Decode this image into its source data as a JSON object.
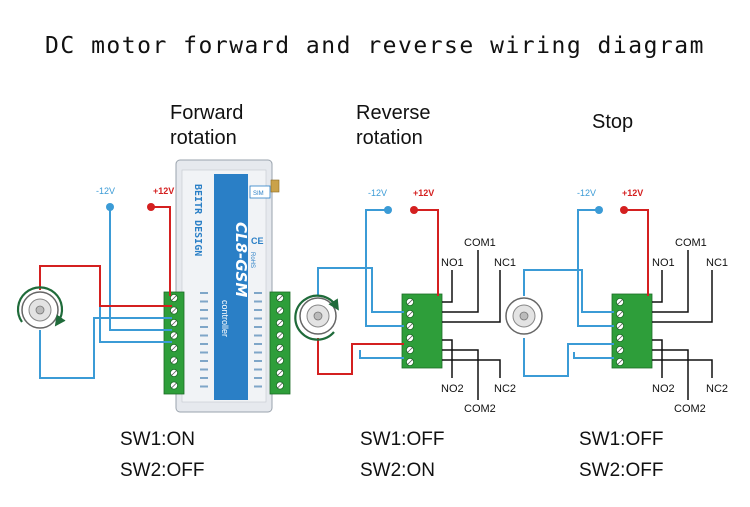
{
  "title": "DC motor forward and reverse wiring diagram",
  "panels": [
    {
      "heading_1": "Forward",
      "heading_2": "rotation",
      "sw1": "SW1:ON",
      "sw2": "SW2:OFF"
    },
    {
      "heading_1": "Reverse",
      "heading_2": "rotation",
      "sw1": "SW1:OFF",
      "sw2": "SW2:ON"
    },
    {
      "heading_1": "Stop",
      "heading_2": "",
      "sw1": "SW1:OFF",
      "sw2": "SW2:OFF"
    }
  ],
  "supply": {
    "neg": "-12V",
    "pos": "+12V"
  },
  "relay_terminals": {
    "com1": "COM1",
    "no1": "NO1",
    "nc1": "NC1",
    "no2": "NO2",
    "nc2": "NC2",
    "com2": "COM2"
  },
  "device": {
    "brand": "BEITR DESIGN",
    "model": "CL8-GSM",
    "subtitle": "controller",
    "sim": "SIM",
    "ce": "CE",
    "rohs": "RoHS"
  },
  "colors": {
    "positive_wire": "#d42020",
    "negative_wire": "#3b9bd6",
    "signal_wire": "#111111",
    "terminal_green": "#2e9e3a",
    "device_blue": "#2a7fc6",
    "rotation_arrow": "#1f6b3a"
  }
}
